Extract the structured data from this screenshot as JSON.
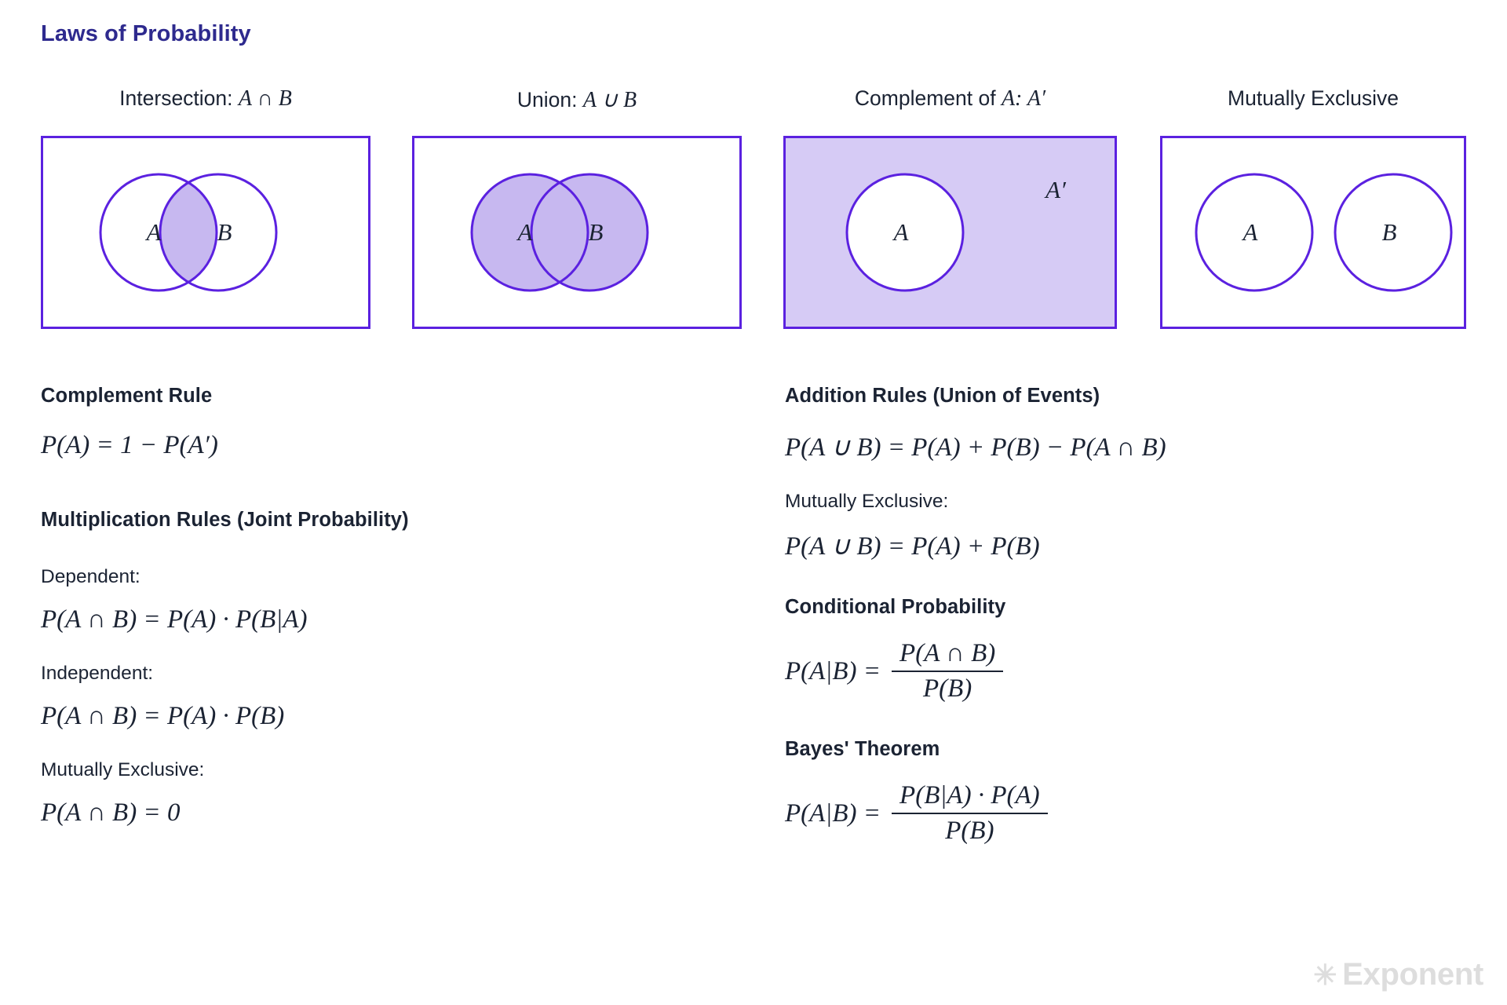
{
  "page": {
    "title": "Laws of Probability",
    "accent_color": "#2e2a8e",
    "stroke_color": "#5b21e0",
    "fill_color": "#d6cbf5",
    "text_color": "#1b2333"
  },
  "diagrams": [
    {
      "caption_prefix": "Intersection:",
      "caption_math": "A ∩ B",
      "set_a_label": "A",
      "set_b_label": "B",
      "fill_mode": "intersection-only"
    },
    {
      "caption_prefix": "Union:",
      "caption_math": "A ∪ B",
      "set_a_label": "A",
      "set_b_label": "B",
      "fill_mode": "both-circles"
    },
    {
      "caption_prefix": "Complement of",
      "caption_math": "A: A′",
      "set_a_label": "A",
      "complement_label": "A′",
      "fill_mode": "rect-minus-circle"
    },
    {
      "caption_prefix": "Mutually Exclusive",
      "caption_math": "",
      "set_a_label": "A",
      "set_b_label": "B",
      "fill_mode": "none"
    }
  ],
  "left_column": {
    "complement_rule": {
      "heading": "Complement Rule",
      "formula": "P(A) = 1 − P(A′)"
    },
    "multiplication_rules": {
      "heading": "Multiplication Rules  (Joint Probability)",
      "dependent_label": "Dependent:",
      "dependent_formula": "P(A ∩ B) = P(A) · P(B|A)",
      "independent_label": "Independent:",
      "independent_formula": "P(A ∩ B) = P(A) · P(B)",
      "mutually_exclusive_label": "Mutually Exclusive:",
      "mutually_exclusive_formula": "P(A ∩ B) = 0"
    }
  },
  "right_column": {
    "addition_rules": {
      "heading": "Addition Rules (Union of Events)",
      "formula": "P(A ∪ B) = P(A) + P(B) − P(A ∩ B)",
      "mutually_exclusive_label": "Mutually Exclusive:",
      "mutually_exclusive_formula": "P(A ∪ B) = P(A) + P(B)"
    },
    "conditional_probability": {
      "heading": "Conditional Probability",
      "lhs": "P(A|B) =",
      "numerator": "P(A ∩ B)",
      "denominator": "P(B)"
    },
    "bayes_theorem": {
      "heading": "Bayes' Theorem",
      "lhs": "P(A|B) =",
      "numerator": "P(B|A) · P(A)",
      "denominator": "P(B)"
    }
  },
  "watermark": {
    "star": "✳",
    "label": "Exponent"
  }
}
